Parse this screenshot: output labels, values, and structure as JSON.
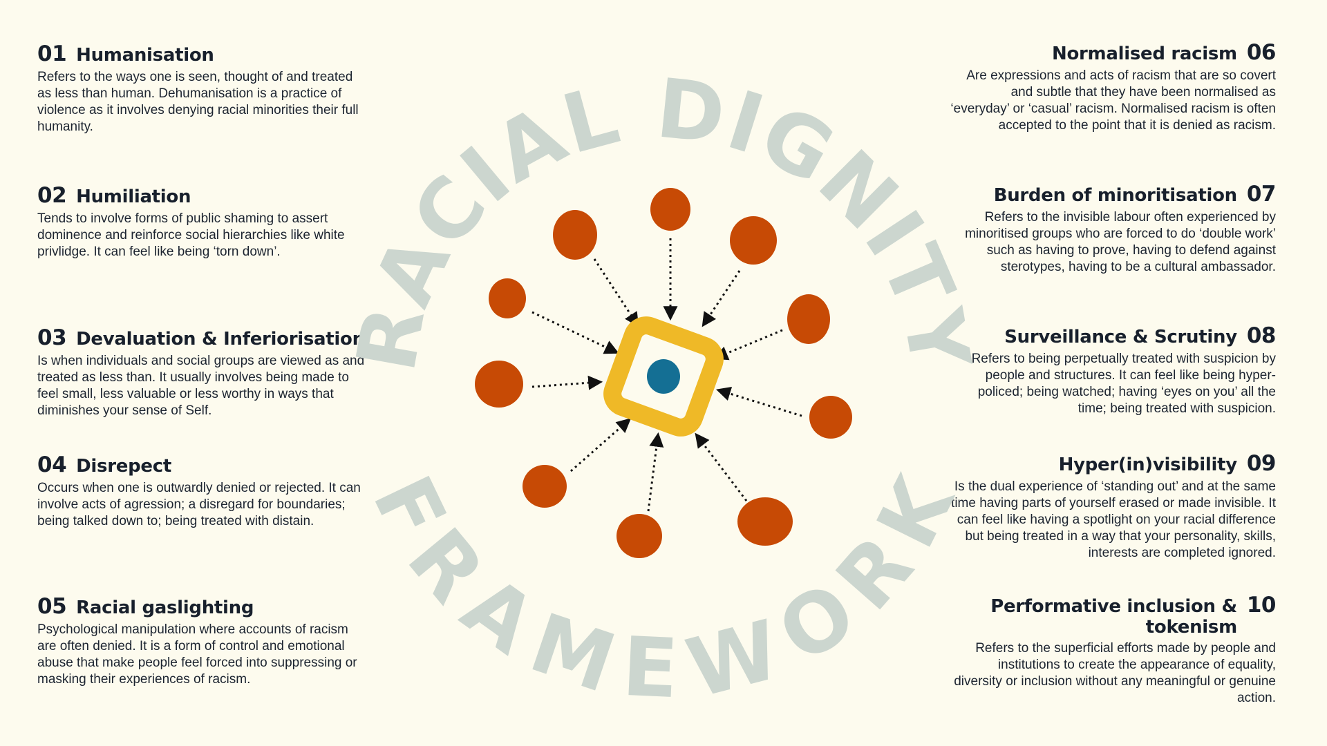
{
  "framework": {
    "ring_top": "RACIAL DIGNITY",
    "ring_bottom": "FRAMEWORK"
  },
  "colors": {
    "background": "#fdfbee",
    "ring_text": "#ccd6cf",
    "dot": "#c74a05",
    "center_square": "#efb927",
    "center_dot": "#146f94",
    "text": "#1c2430"
  },
  "items": [
    {
      "num": "01",
      "title": "Humanisation",
      "desc": "Refers to the ways one is seen, thought of and treated as less than human. Dehumanisation is a practice of violence as it involves denying racial minorities their full humanity."
    },
    {
      "num": "02",
      "title": "Humiliation",
      "desc": "Tends to involve forms of public shaming to assert dominence and reinforce social hierarchies like white privlidge. It can feel like being ‘torn down’."
    },
    {
      "num": "03",
      "title": "Devaluation & Inferiorisation",
      "desc": "Is when individuals and social groups are viewed as and treated as less than. It usually involves being made to feel small, less valuable or less worthy in ways that diminishes your sense of Self."
    },
    {
      "num": "04",
      "title": "Disrepect",
      "desc": "Occurs when one is outwardly denied or rejected. It can involve acts of agression; a disregard for boundaries; being talked down to; being treated with distain."
    },
    {
      "num": "05",
      "title": "Racial gaslighting",
      "desc": "Psychological manipulation where accounts of racism are often denied. It is a form of control and emotional abuse that make people feel forced into suppressing or masking their experiences of racism."
    },
    {
      "num": "06",
      "title": "Normalised racism",
      "desc": "Are expressions and acts of racism that are so covert and subtle that they have been normalised as ‘everyday’ or ‘casual’ racism. Normalised racism is often accepted to the point that it is denied as racism."
    },
    {
      "num": "07",
      "title": "Burden of minoritisation",
      "desc": "Refers to the invisible labour often experienced by minoritised groups who are forced to do ‘double work’ such as having to prove, having to defend against sterotypes, having to be a cultural ambassador."
    },
    {
      "num": "08",
      "title": "Surveillance & Scrutiny",
      "desc": "Refers to being perpetually treated with suspicion by people and structures. It can feel like being hyper-policed; being watched; having ‘eyes on you’ all the time; being treated with suspicion."
    },
    {
      "num": "09",
      "title": "Hyper(in)visibility",
      "desc": "Is the dual experience of ‘standing out’ and at the same time having parts of yourself erased or made invisible. It can feel like having a spotlight on your racial difference but being treated in a way that your personality, skills, interests are completed ignored."
    },
    {
      "num": "10",
      "title": "Performative inclusion & tokenism",
      "desc": "Refers to the superficial efforts made by people and institutions to create the appearance of equality, diversity or inclusion without any meaningful or genuine action."
    }
  ]
}
